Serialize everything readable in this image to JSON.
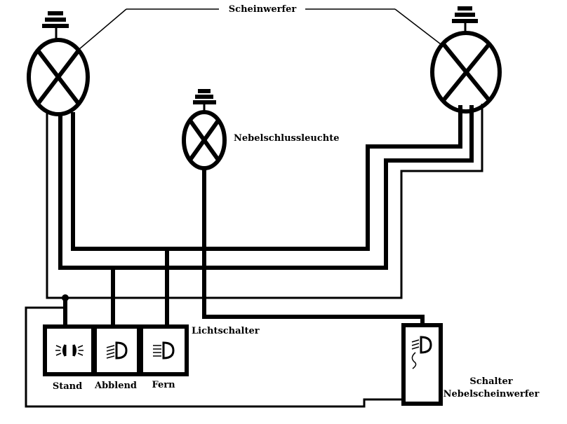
{
  "labels": {
    "scheinwerfer": "Scheinwerfer",
    "nebelschlussleuchte": "Nebelschlussleuchte",
    "lichtschalter": "Lichtschalter",
    "stand": "Stand",
    "abblend": "Abblend",
    "fern": "Fern",
    "schalter_line1": "Schalter",
    "schalter_line2": "Nebelscheinwerfer"
  },
  "icons": {
    "stand": "parking-light-icon",
    "abblend": "low-beam-icon",
    "fern": "high-beam-icon",
    "fog": "fog-light-icon",
    "lamp": "lamp-cross-icon"
  }
}
